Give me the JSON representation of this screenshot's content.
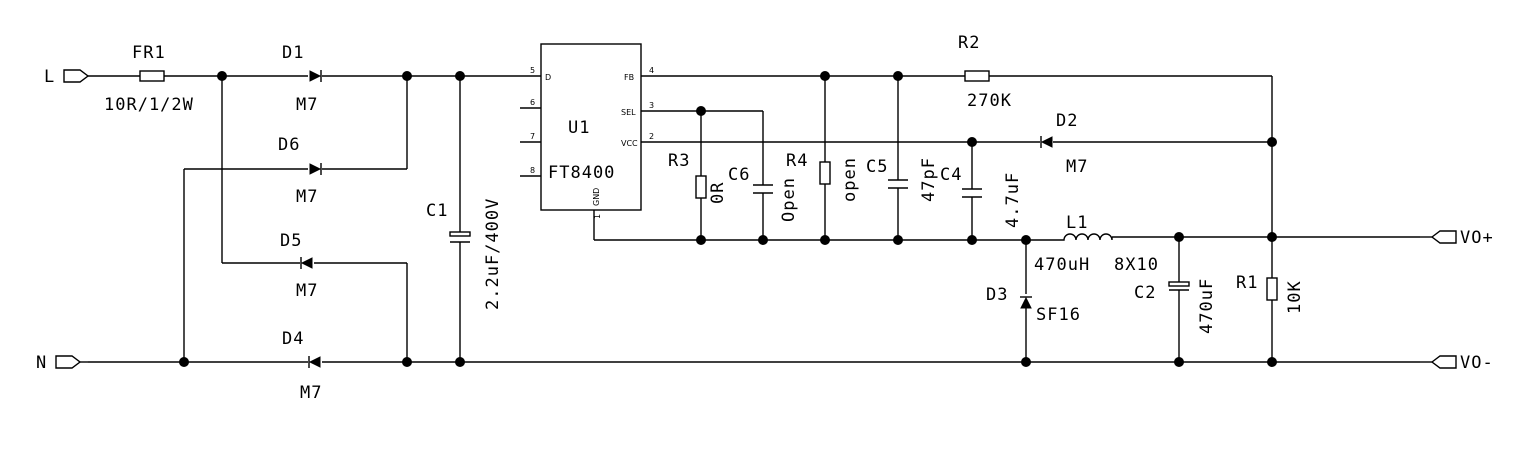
{
  "terminals": {
    "line": "L",
    "neutral": "N",
    "vout_pos": "VO+",
    "vout_neg": "VO-"
  },
  "fr1": {
    "ref": "FR1",
    "value": "10R/1/2W"
  },
  "d1": {
    "ref": "D1",
    "value": "M7"
  },
  "d6": {
    "ref": "D6",
    "value": "M7"
  },
  "d5": {
    "ref": "D5",
    "value": "M7"
  },
  "d4": {
    "ref": "D4",
    "value": "M7"
  },
  "c1": {
    "ref": "C1",
    "value": "2.2uF/400V"
  },
  "u1": {
    "ref": "U1",
    "part": "FT8400",
    "pins": [
      {
        "num": "5",
        "name": "D"
      },
      {
        "num": "6",
        "name": ""
      },
      {
        "num": "7",
        "name": ""
      },
      {
        "num": "8",
        "name": ""
      },
      {
        "num": "4",
        "name": "FB"
      },
      {
        "num": "3",
        "name": "SEL"
      },
      {
        "num": "2",
        "name": "VCC"
      },
      {
        "num": "1",
        "name": "GND"
      }
    ]
  },
  "r2": {
    "ref": "R2",
    "value": "270K"
  },
  "r3": {
    "ref": "R3",
    "value": "0R"
  },
  "c6": {
    "ref": "C6",
    "value": "Open"
  },
  "r4": {
    "ref": "R4",
    "value": "open"
  },
  "c5": {
    "ref": "C5",
    "value": "47pF"
  },
  "c4": {
    "ref": "C4",
    "value": "4.7uF"
  },
  "d2": {
    "ref": "D2",
    "value": "M7"
  },
  "l1": {
    "ref": "L1",
    "value": "470uH",
    "size": "8X10"
  },
  "d3": {
    "ref": "D3",
    "value": "SF16"
  },
  "c2": {
    "ref": "C2",
    "value": "470uF"
  },
  "r1": {
    "ref": "R1",
    "value": "10K"
  }
}
